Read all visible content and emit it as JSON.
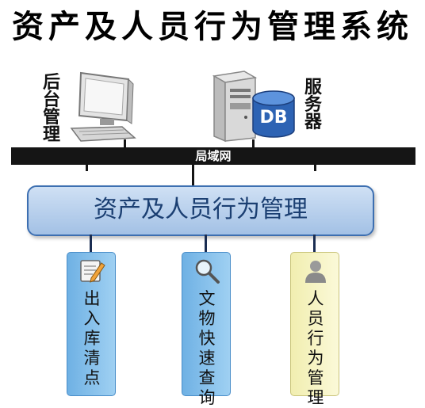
{
  "title": "资产及人员行为管理系统",
  "nodes": {
    "admin": [
      "后",
      "台",
      "管",
      "理"
    ],
    "server": [
      "服",
      "务",
      "器"
    ],
    "db": "DB"
  },
  "lan": "局域网",
  "management": "资产及人员行为管理",
  "modules": [
    {
      "chars": [
        "出",
        "入",
        "库",
        "清",
        "点"
      ],
      "icon": "edit-icon"
    },
    {
      "chars": [
        "文",
        "物",
        "快",
        "速",
        "查",
        "询"
      ],
      "icon": "magnifier-icon"
    },
    {
      "chars": [
        "人",
        "员",
        "行",
        "为",
        "管",
        "理"
      ],
      "icon": "person-icon"
    }
  ],
  "colors": {
    "module_blue": "#7dbce9",
    "module_yellow": "#f6f3c2",
    "management_fill": "#b5cdea",
    "lan_bar": "#151515"
  }
}
